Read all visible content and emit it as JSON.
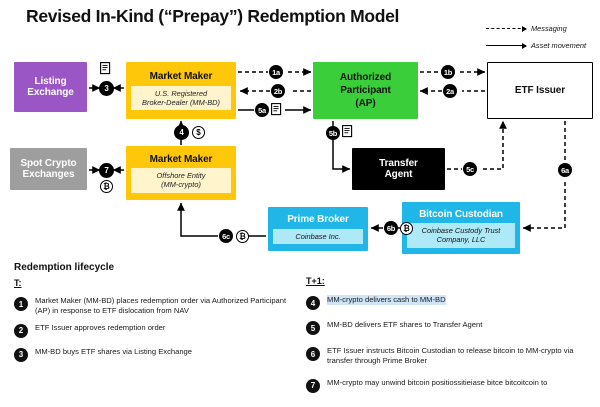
{
  "title": "Revised In-Kind (“Prepay”) Redemption Model",
  "legend": {
    "items": [
      {
        "label": "Messaging",
        "style": "dashed"
      },
      {
        "label": "Asset movement",
        "style": "solid"
      }
    ]
  },
  "diagram": {
    "nodes": {
      "listing_exchange": {
        "title": "Listing\nExchange",
        "color": "#9A56C4"
      },
      "spot_crypto": {
        "title": "Spot Crypto\nExchanges",
        "color": "#9E9E9E"
      },
      "mm_bd": {
        "title": "Market Maker",
        "sub": "U.S. Registered\nBroker-Dealer (MM-BD)",
        "color": "#FFC709"
      },
      "mm_crypto": {
        "title": "Market Maker",
        "sub": "Offshore Entity\n(MM-crypto)",
        "color": "#FFC709"
      },
      "ap": {
        "title": "Authorized\nParticipant\n(AP)",
        "color": "#3ACF3A"
      },
      "etf_issuer": {
        "title": "ETF Issuer",
        "color": "#FFFFFF"
      },
      "transfer_agent": {
        "title": "Transfer\nAgent",
        "color": "#000000"
      },
      "prime_broker": {
        "title": "Prime Broker",
        "sub": "Coinbase Inc.",
        "color": "#20B6E8"
      },
      "btc_custodian": {
        "title": "Bitcoin Custodian",
        "sub": "Coinbase Custody Trust\nCompany, LLC",
        "color": "#20B6E8"
      }
    },
    "badges": {
      "b1a": "1a",
      "b1b": "1b",
      "b2a": "2a",
      "b2b": "2b",
      "b3": "3",
      "b4": "4",
      "b5a": "5a",
      "b5b": "5b",
      "b5c": "5c",
      "b6a": "6a",
      "b6b": "6b",
      "b6c": "6c",
      "b7": "7"
    },
    "tokens": {
      "cash": "$",
      "btc_6b": "₿",
      "btc_6c": "₿",
      "btc_7": "₿"
    }
  },
  "lifecycle": {
    "heading": "Redemption lifecycle",
    "t_label": "T:",
    "t_steps": [
      {
        "num": "1",
        "text": "Market Maker (MM-BD) places redemption order via Authorized Participant (AP) in response to ETF dislocation from NAV"
      },
      {
        "num": "2",
        "text": "ETF Issuer approves redemption order"
      },
      {
        "num": "3",
        "text": "MM-BD buys ETF shares via Listing Exchange"
      }
    ],
    "t1_label": "T+1:",
    "t1_steps": [
      {
        "num": "4",
        "text": "MM-crypto delivers cash to MM-BD",
        "highlight": true
      },
      {
        "num": "5",
        "text": "MM-BD delivers ETF shares to Transfer Agent",
        "highlight": false
      },
      {
        "num": "6",
        "text": "ETF Issuer instructs Bitcoin Custodian to release bitcoin to MM-crypto via transfer through Prime Broker",
        "highlight": false
      },
      {
        "num": "7",
        "text": "MM-crypto may unwind bitcoin positiossitieiase bitce bitcoitcoin to",
        "highlight": false
      }
    ]
  }
}
